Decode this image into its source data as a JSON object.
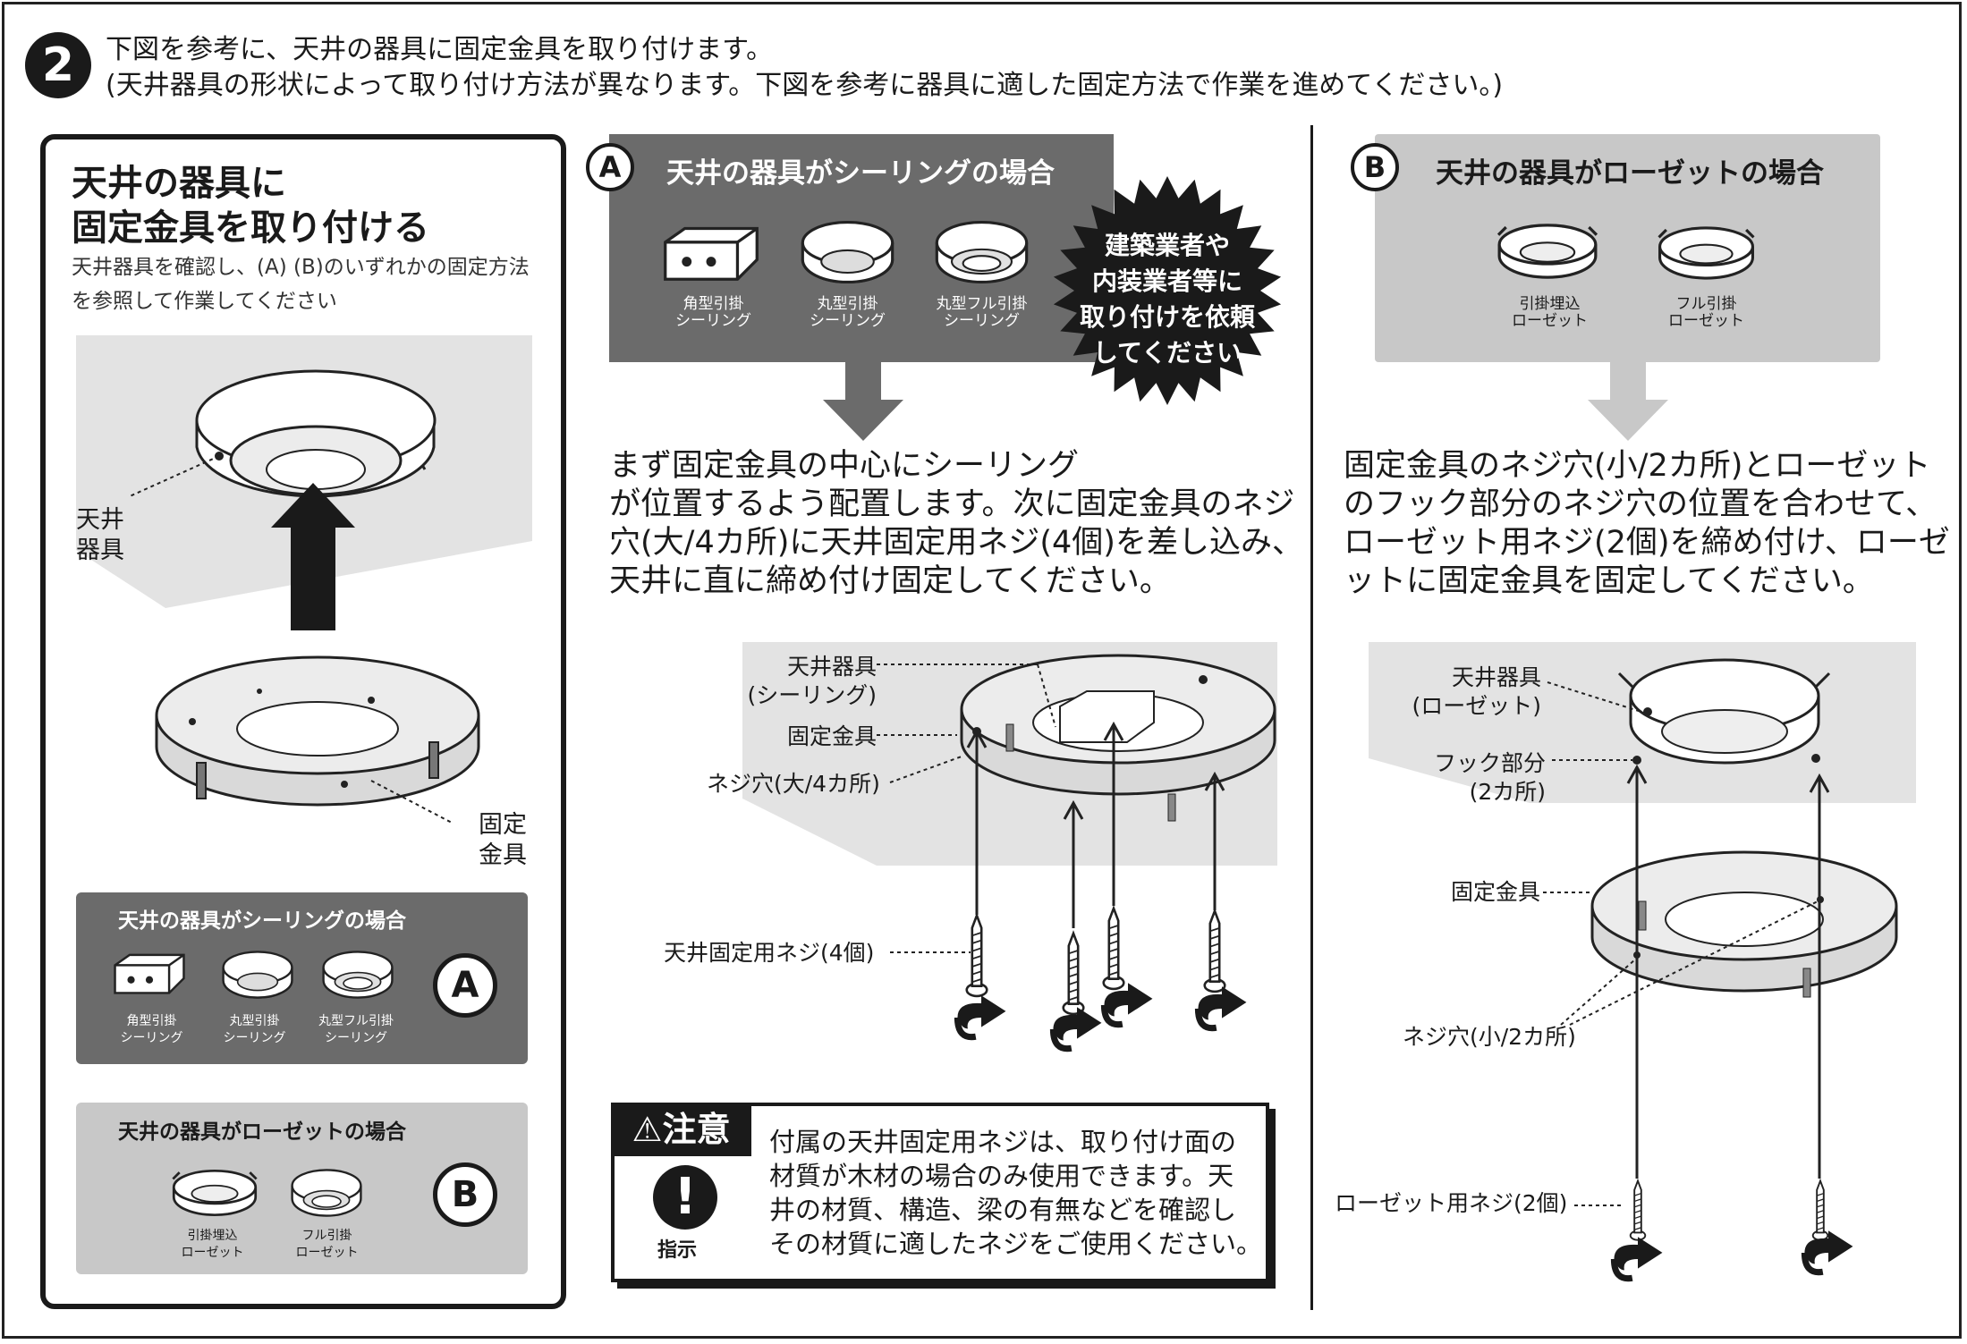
{
  "step": {
    "number": "2"
  },
  "header": {
    "line1": "下図を参考に、天井の器具に固定金具を取り付けます。",
    "line2": "(天井器具の形状によって取り付け方法が異なります。下図を参考に器具に適した固定方法で作業を進めてください。)"
  },
  "left_panel": {
    "title_line1": "天井の器具に",
    "title_line2": "固定金具を取り付ける",
    "sub_line1": "天井器具を確認し、(A) (B)のいずれかの固定方法",
    "sub_line2": "を参照して作業してください",
    "label_ceiling_1": "天井",
    "label_ceiling_2": "器具",
    "label_bracket_1": "固定",
    "label_bracket_2": "金具",
    "box_a": {
      "title": "天井の器具がシーリングの場合",
      "items": [
        {
          "line1": "角型引掛",
          "line2": "シーリング"
        },
        {
          "line1": "丸型引掛",
          "line2": "シーリング"
        },
        {
          "line1": "丸型フル引掛",
          "line2": "シーリング"
        }
      ],
      "badge": "A"
    },
    "box_b": {
      "title": "天井の器具がローゼットの場合",
      "items": [
        {
          "line1": "引掛埋込",
          "line2": "ローゼット"
        },
        {
          "line1": "フル引掛",
          "line2": "ローゼット"
        }
      ],
      "badge": "B"
    }
  },
  "section_a": {
    "badge": "A",
    "title": "天井の器具がシーリングの場合",
    "items": [
      {
        "line1": "角型引掛",
        "line2": "シーリング"
      },
      {
        "line1": "丸型引掛",
        "line2": "シーリング"
      },
      {
        "line1": "丸型フル引掛",
        "line2": "シーリング"
      }
    ],
    "starburst": [
      "建築業者や",
      "内装業者等に",
      "取り付けを依頼",
      "してください"
    ],
    "body": [
      "まず固定金具の中心にシーリング",
      "が位置するよう配置します。次に固定金具のネジ",
      "穴(大/4カ所)に天井固定用ネジ(4個)を差し込み、",
      "天井に直に締め付け固定してください。"
    ],
    "labels": {
      "ceiling_line1": "天井器具",
      "ceiling_line2": "(シーリング)",
      "bracket": "固定金具",
      "holes": "ネジ穴(大/4カ所)",
      "screws": "天井固定用ネジ(4個)"
    }
  },
  "caution": {
    "tag": "注意",
    "icon_label": "指示",
    "text": [
      "付属の天井固定用ネジは、取り付け面の",
      "材質が木材の場合のみ使用できます。天",
      "井の材質、構造、梁の有無などを確認し",
      "その材質に適したネジをご使用ください。"
    ]
  },
  "section_b": {
    "badge": "B",
    "title": "天井の器具がローゼットの場合",
    "items": [
      {
        "line1": "引掛埋込",
        "line2": "ローゼット"
      },
      {
        "line1": "フル引掛",
        "line2": "ローゼット"
      }
    ],
    "body": [
      "固定金具のネジ穴(小/2カ所)とローゼット",
      "のフック部分のネジ穴の位置を合わせて、",
      "ローゼット用ネジ(2個)を締め付け、ローゼ",
      "ットに固定金具を固定してください。"
    ],
    "labels": {
      "ceiling_line1": "天井器具",
      "ceiling_line2": "(ローゼット)",
      "hook_line1": "フック部分",
      "hook_line2": "(2カ所)",
      "bracket": "固定金具",
      "holes": "ネジ穴(小/2カ所)",
      "screws": "ローゼット用ネジ(2個)"
    }
  }
}
